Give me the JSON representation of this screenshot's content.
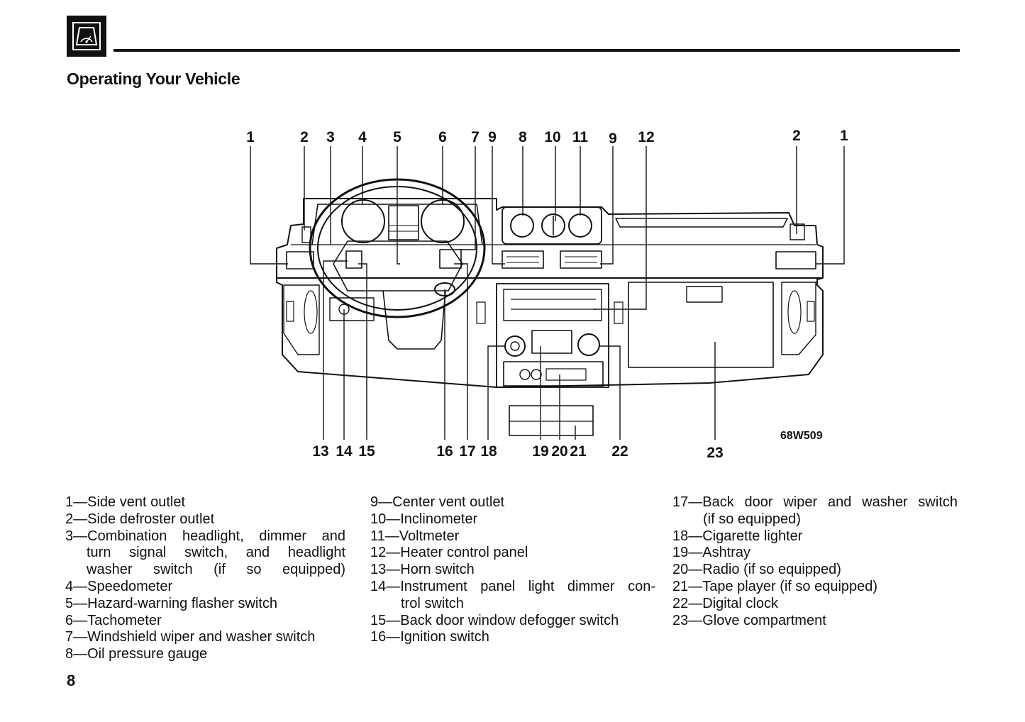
{
  "header": {
    "icon": "speedometer-gauge-icon",
    "section_title": "Operating Your Vehicle"
  },
  "figure": {
    "code": "68W509",
    "top_callouts": [
      "1",
      "2",
      "3",
      "4",
      "5",
      "6",
      "7",
      "9",
      "8",
      "10",
      "11",
      "9",
      "12",
      "2",
      "1"
    ],
    "bottom_callouts": [
      "13",
      "14",
      "15",
      "16",
      "17",
      "18",
      "19",
      "20",
      "21",
      "22",
      "23"
    ]
  },
  "legend": {
    "column1": [
      {
        "num": "1—",
        "text": "Side vent outlet"
      },
      {
        "num": "2—",
        "text": "Side defroster outlet"
      },
      {
        "num": "3—",
        "text": "Combination headlight, dimmer and",
        "cont": [
          "turn signal switch, and headlight",
          "washer switch (if so equipped)"
        ]
      },
      {
        "num": "4—",
        "text": "Speedometer"
      },
      {
        "num": "5—",
        "text": "Hazard-warning flasher switch"
      },
      {
        "num": "6—",
        "text": "Tachometer"
      },
      {
        "num": "7—",
        "text": "Windshield wiper and washer switch"
      },
      {
        "num": "8—",
        "text": "Oil pressure gauge"
      }
    ],
    "column2": [
      {
        "num": "9—",
        "text": "Center vent outlet"
      },
      {
        "num": "10—",
        "text": "Inclinometer"
      },
      {
        "num": "11—",
        "text": "Voltmeter"
      },
      {
        "num": "12—",
        "text": "Heater control panel"
      },
      {
        "num": "13—",
        "text": "Horn switch"
      },
      {
        "num": "14—",
        "text": "Instrument panel light dimmer con-",
        "cont": [
          "trol switch"
        ]
      },
      {
        "num": "15—",
        "text": "Back door window defogger switch"
      },
      {
        "num": "16—",
        "text": "Ignition switch"
      }
    ],
    "column3": [
      {
        "num": "17—",
        "text": "Back door wiper and washer switch",
        "cont": [
          "(if so equipped)"
        ]
      },
      {
        "num": "18—",
        "text": "Cigarette lighter"
      },
      {
        "num": "19—",
        "text": "Ashtray"
      },
      {
        "num": "20—",
        "text": "Radio (if so equipped)"
      },
      {
        "num": "21—",
        "text": "Tape player (if so equipped)"
      },
      {
        "num": "22—",
        "text": "Digital clock"
      },
      {
        "num": "23—",
        "text": "Glove compartment"
      }
    ]
  },
  "footer": {
    "page_number": "8"
  }
}
